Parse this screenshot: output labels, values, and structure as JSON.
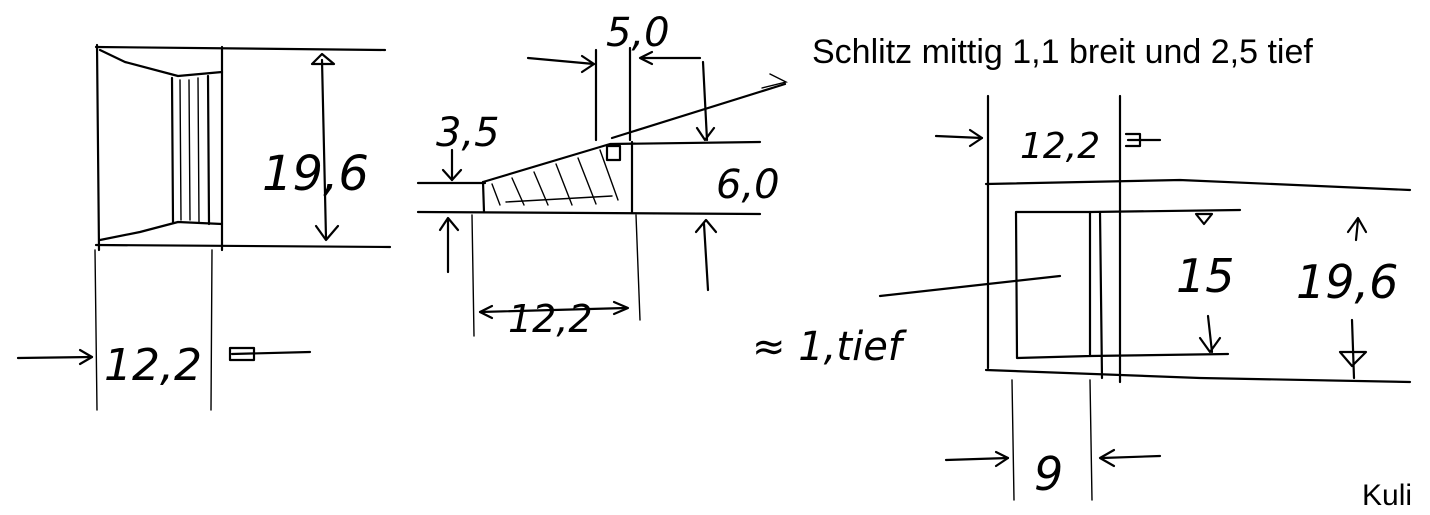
{
  "note": {
    "text": "Schlitz mittig 1,1 breit und 2,5 tief",
    "signature": "Kuli"
  },
  "views": {
    "front": {
      "height_dim": "19,6",
      "width_dim": "12,2"
    },
    "side": {
      "top_dim": "5,0",
      "wedge_dim": "3,5",
      "right_dim": "6,0",
      "width_dim": "12,2"
    },
    "top": {
      "width_dim": "12,2",
      "inner_height_dim": "15",
      "outer_height_dim": "19,6",
      "pocket_depth_label": "≈ 1,tief",
      "gap_dim": "9"
    }
  }
}
